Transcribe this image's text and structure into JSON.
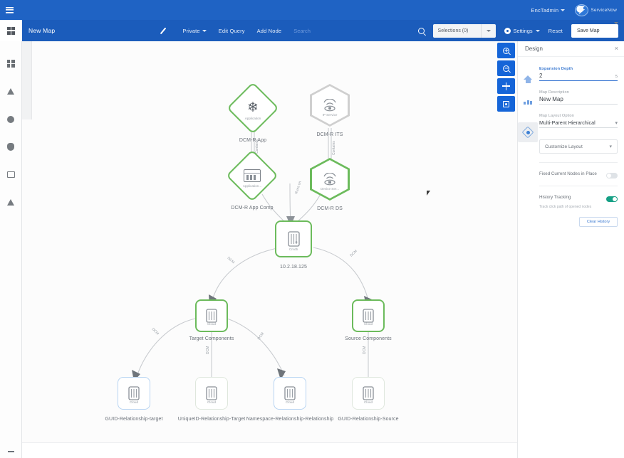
{
  "header": {
    "menu_icon": "hamburger-icon",
    "user_menu": "EncTadmin",
    "brand_text": "ServiceNow"
  },
  "toolbar": {
    "grid_icon": "grid-icon",
    "map_title": "New Map",
    "edit_icon": "pencil-icon",
    "visibility_label": "Private",
    "edit_query_label": "Edit Query",
    "add_node_label": "Add Node",
    "search_placeholder": "Search",
    "search_icon": "search-icon",
    "selections_label": "Selections (0)",
    "settings_label": "Settings",
    "settings_icon": "gear-icon",
    "reset_label": "Reset",
    "save_label": "Save Map"
  },
  "left_rail": {
    "items": [
      {
        "name": "dashboard-icon"
      },
      {
        "name": "alert-triangle-icon"
      },
      {
        "name": "circle-icon"
      },
      {
        "name": "shield-icon"
      },
      {
        "name": "monitor-icon"
      },
      {
        "name": "alert-triangle-icon"
      }
    ],
    "collapse_icon": "minus-icon"
  },
  "map_tools": {
    "zoom_in": "zoom-in-icon",
    "zoom_out": "zoom-out-icon",
    "pan": "pan-move-icon",
    "fit": "fit-to-screen-icon"
  },
  "panel": {
    "title": "Design",
    "close_icon": "close-icon",
    "rail": [
      {
        "name": "home-icon"
      },
      {
        "name": "chart-icon"
      },
      {
        "name": "node-icon"
      }
    ],
    "expansion_depth_label": "Expansion Depth",
    "expansion_depth_value": "2",
    "expansion_depth_max": "5",
    "map_description_label": "Map Description",
    "map_description_value": "New Map",
    "map_layout_label": "Map Layout Option",
    "map_layout_value": "Multi-Parent Hierarchical",
    "customize_layout_label": "Customize Layout",
    "fixed_nodes_label": "Fixed Current Nodes in Place",
    "history_tracking_label": "History Tracking",
    "history_tracking_sub": "Track click path of opened nodes",
    "clear_history_label": "Clear History",
    "accent_color": "#2f6fd0",
    "toggle_on_color": "#16a085"
  },
  "graph": {
    "node_border_green": "#6cbb5c",
    "node_border_blue": "#b7d4f2",
    "nodes": [
      {
        "id": "n1",
        "shape": "diamond",
        "icon": "snowflake-icon",
        "inner_label": "Application",
        "label": "DCM-R App"
      },
      {
        "id": "n2",
        "shape": "hexagon",
        "icon": "ip-service-icon",
        "inner_label": "IP Service",
        "label": "DCM-R ITS"
      },
      {
        "id": "n3",
        "shape": "diamond",
        "icon": "application-component-icon",
        "inner_label": "Application...",
        "label": "DCM-R App Comp"
      },
      {
        "id": "n4",
        "shape": "hexagon",
        "icon": "device-service-icon",
        "inner_label": "Device Ser...",
        "label": "DCM-R DS"
      },
      {
        "id": "n5",
        "shape": "square",
        "icon": "cmdb-icon",
        "inner_label": "Cmdb",
        "label": "10.2.18.125"
      },
      {
        "id": "n6",
        "shape": "square",
        "icon": "cloud-icon",
        "inner_label": "Cloud",
        "label": "Target Components"
      },
      {
        "id": "n7",
        "shape": "square",
        "icon": "cloud-icon",
        "inner_label": "Cloud",
        "label": "Source Components"
      },
      {
        "id": "n8",
        "shape": "square",
        "icon": "cloud-icon",
        "inner_label": "Cloud",
        "label": "GUID-Relationship-target"
      },
      {
        "id": "n9",
        "shape": "square",
        "icon": "cloud-icon",
        "inner_label": "Cloud",
        "label": "UniqueID-Relationship-Target"
      },
      {
        "id": "n10",
        "shape": "square",
        "icon": "cloud-icon",
        "inner_label": "Cloud",
        "label": "Namespace-Relationship-Relationship"
      },
      {
        "id": "n11",
        "shape": "square",
        "icon": "cloud-icon",
        "inner_label": "Cloud",
        "label": "GUID-Relationship-Source"
      }
    ],
    "edges": [
      {
        "label": "Contains"
      },
      {
        "label": "Contains"
      },
      {
        "label": "Runs on"
      },
      {
        "label": "DCM"
      },
      {
        "label": "DCM"
      },
      {
        "label": "DCM"
      },
      {
        "label": "DCM"
      },
      {
        "label": "DCM"
      },
      {
        "label": "DCM"
      }
    ]
  }
}
